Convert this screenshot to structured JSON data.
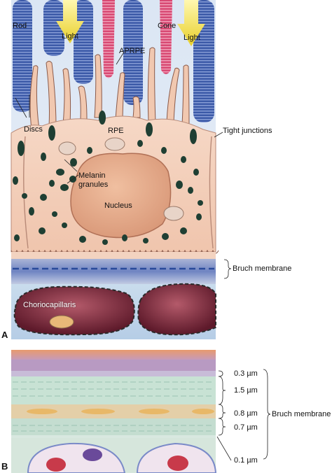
{
  "panel_a": {
    "panel_letter": "A",
    "labels": {
      "rod": "Rod",
      "cone": "Cone",
      "light_left": "Light",
      "light_right": "Light",
      "aprpe": "APRPE",
      "discs": "Discs",
      "rpe": "RPE",
      "tight_junctions": "Tight junctions",
      "melanin_line1": "Melanin",
      "melanin_line2": "granules",
      "nucleus": "Nucleus",
      "choriocapillaris": "Choriocapillaris",
      "bruch_membrane": "Bruch membrane"
    }
  },
  "panel_b": {
    "panel_letter": "B",
    "layers": [
      "0.3 µm",
      "1.5 µm",
      "0.8 µm",
      "0.7 µm",
      "0.1 µm"
    ],
    "bruch_membrane": "Bruch membrane"
  },
  "colors": {
    "rod_blue": "#3c5aa8",
    "cone_pink": "#d84a74",
    "light_yellow": "#f3e24a",
    "rpe_cell": "#f1c8b0",
    "nucleus": "#e2a888",
    "melanin": "#1f3f33",
    "bruch_blue": "#4d6fb3",
    "capillary": "#7b2a3a"
  }
}
